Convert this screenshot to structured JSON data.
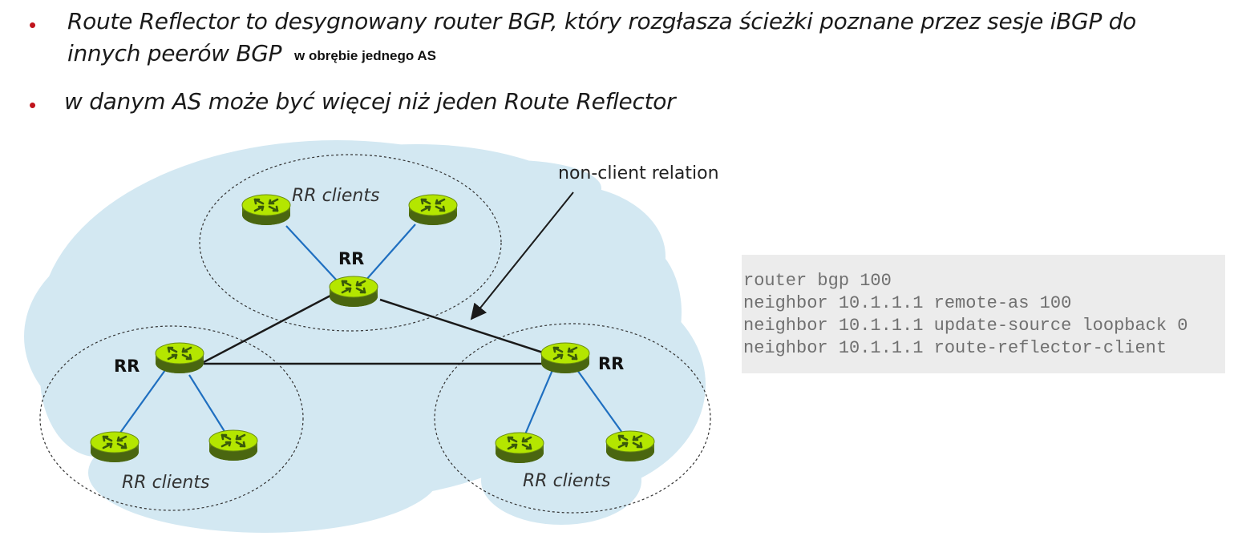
{
  "bullets": [
    {
      "line1": "Route Reflector to desygnowany router BGP, który rozgłasza ścieżki poznane przez sesje iBGP do",
      "line2": "innych peerów BGP",
      "note": "w obrębie jednego AS"
    },
    {
      "line1": "w danym AS może być więcej niż jeden Route Reflector"
    }
  ],
  "diagram": {
    "rr_label": "RR",
    "clients_label": "RR clients",
    "non_client_label": "non-client relation",
    "colors": {
      "cloud": "#d3e8f2",
      "router_top": "#b4e600",
      "router_side": "#5b7a13",
      "client_link": "#1f6fc0",
      "rr_link": "#1a1a1a",
      "bullet": "#c0141c"
    }
  },
  "code": {
    "lines": [
      "router bgp 100",
      "neighbor 10.1.1.1 remote-as 100",
      "neighbor 10.1.1.1 update-source loopback 0",
      "neighbor 10.1.1.1 route-reflector-client"
    ]
  }
}
